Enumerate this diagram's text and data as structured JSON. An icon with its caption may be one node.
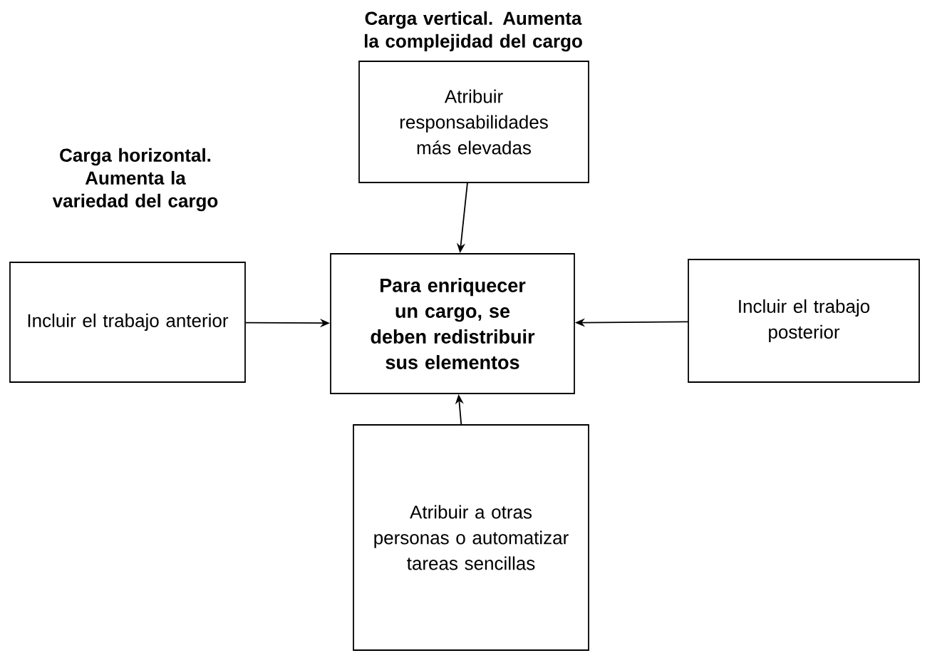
{
  "diagram": {
    "nodes": [
      {
        "text": [
          "Carga vertical. Aumenta la complejidad del cargo",
          "Atribuir responsabilidades más elevadas"
        ]
      },
      {
        "text": [
          "Carga horizontal. Aumenta la variedad del cargo",
          "Incluir el trabajo anterior"
        ]
      },
      {
        "text": [
          "Para enriquecer un cargo, se deben redistribuir sus elementos"
        ]
      },
      {
        "text": [
          "Incluir el trabajo posterior"
        ]
      },
      {
        "text": [
          "Atribuir a otras personas o automatizar tareas sencillas"
        ]
      }
    ],
    "edges": [
      {
        "from": 0,
        "to": 2,
        "arrow": "to"
      },
      {
        "from": 1,
        "to": 2,
        "arrow": "to"
      },
      {
        "from": 3,
        "to": 2,
        "arrow": "to"
      },
      {
        "from": 4,
        "to": 2,
        "arrow": "to"
      }
    ]
  }
}
